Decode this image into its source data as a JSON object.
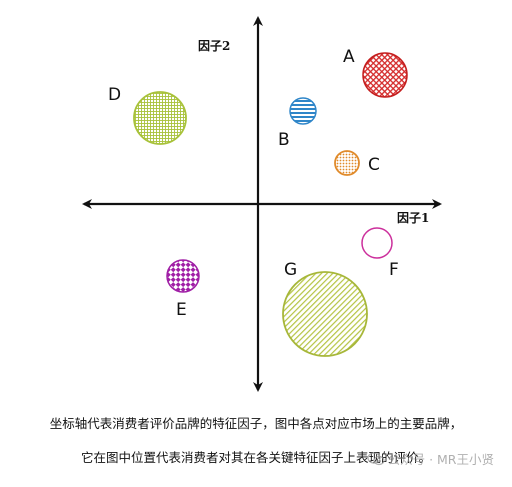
{
  "axes": {
    "x_label": "因子1",
    "y_label": "因子2"
  },
  "brands": [
    {
      "label": "A",
      "pattern": "crosshatch",
      "color": "#d42a2a"
    },
    {
      "label": "B",
      "pattern": "horizontal-stripes",
      "color": "#2f86c9"
    },
    {
      "label": "C",
      "pattern": "dots",
      "color": "#e08a2a"
    },
    {
      "label": "D",
      "pattern": "grid",
      "color": "#a8c23a"
    },
    {
      "label": "E",
      "pattern": "checker",
      "color": "#a01fa6"
    },
    {
      "label": "F",
      "pattern": "plain",
      "color": "#cc2f9c"
    },
    {
      "label": "G",
      "pattern": "diagonal-stripes",
      "color": "#b5c443"
    }
  ],
  "caption": {
    "line1": "坐标轴代表消费者评价品牌的特征因子，图中各点对应市场上的主要品牌，",
    "line2": "它在图中位置代表消费者对其在各关键特征因子上表现的评价。"
  },
  "watermark": {
    "text": "公众号 · MR王小贤",
    "icon": "wechat-icon"
  }
}
